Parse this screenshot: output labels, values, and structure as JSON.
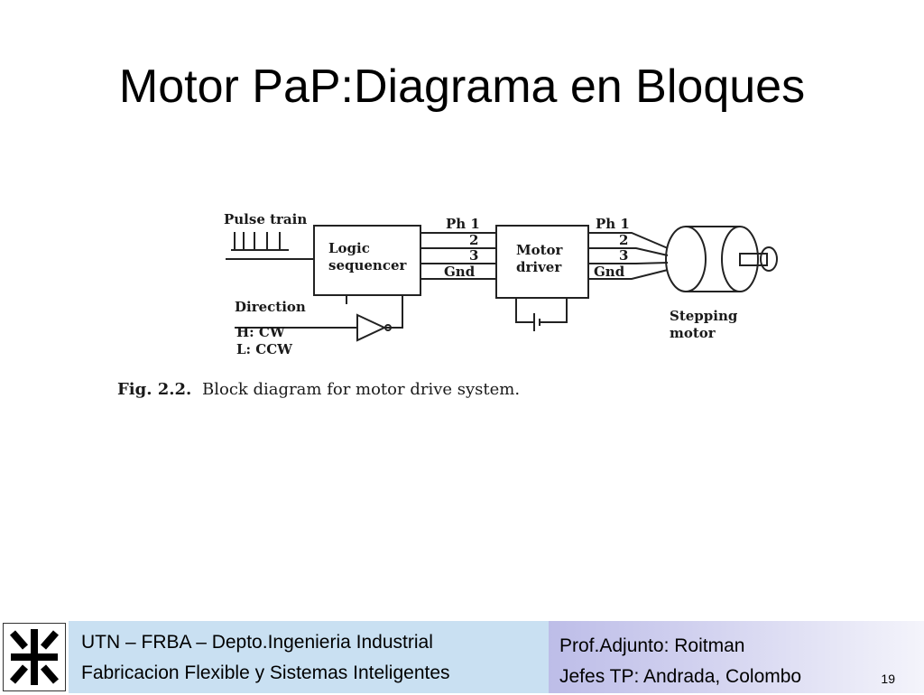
{
  "slide": {
    "title": "Motor PaP:Diagrama en Bloques",
    "page_number": "19"
  },
  "diagram": {
    "pulse_train_label": "Pulse train",
    "logic_block_line1": "Logic",
    "logic_block_line2": "sequencer",
    "driver_block_line1": "Motor",
    "driver_block_line2": "driver",
    "phase_labels_left": [
      "Ph 1",
      "2",
      "3",
      "Gnd"
    ],
    "phase_labels_right": [
      "Ph 1",
      "2",
      "3",
      "Gnd"
    ],
    "direction_label": "Direction",
    "direction_h": "H: CW",
    "direction_l": "L: CCW",
    "motor_label_line1": "Stepping",
    "motor_label_line2": "motor",
    "caption_prefix": "Fig. 2.2.",
    "caption_text": "Block diagram for motor drive system."
  },
  "footer": {
    "left_line1": "UTN – FRBA – Depto.Ingenieria Industrial",
    "left_line2": "Fabricacion Flexible y Sistemas Inteligentes",
    "right_line1": "Prof.Adjunto: Roitman",
    "right_line2": "Jefes TP: Andrada, Colombo",
    "logo_icon": "utn-logo-icon"
  }
}
